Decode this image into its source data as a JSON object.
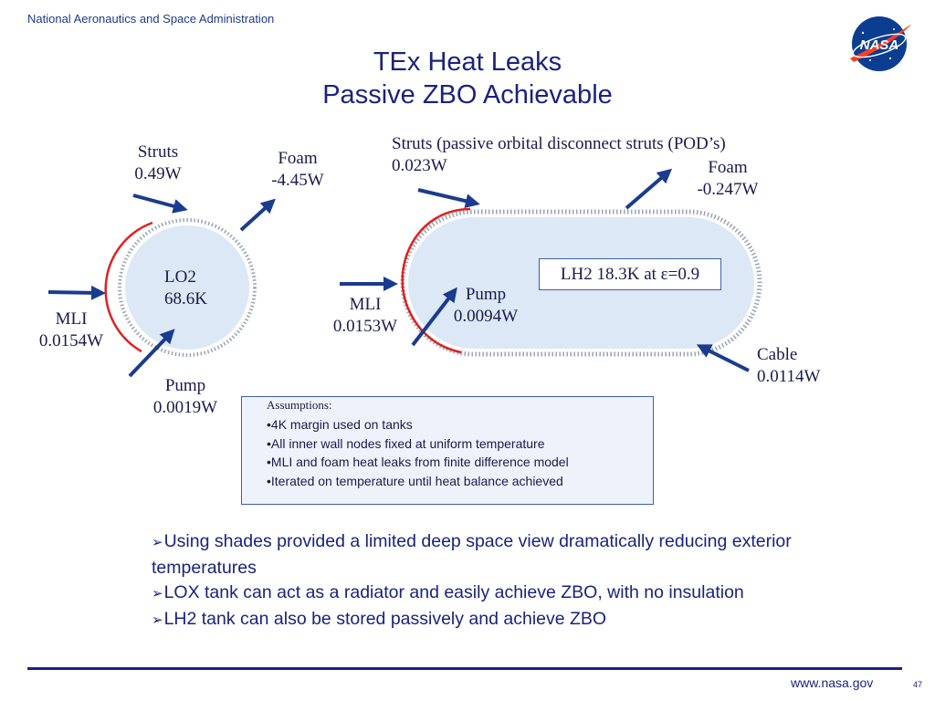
{
  "header": {
    "organization": "National Aeronautics and Space Administration",
    "logo_text": "NASA"
  },
  "title": {
    "line1": "TEx Heat Leaks",
    "line2": "Passive ZBO Achievable"
  },
  "lo2_tank": {
    "name": "LO2",
    "temperature": "68.6K",
    "struts": {
      "label": "Struts",
      "value": "0.49W"
    },
    "foam": {
      "label": "Foam",
      "value": "-4.45W"
    },
    "mli": {
      "label": "MLI",
      "value": "0.0154W"
    },
    "pump": {
      "label": "Pump",
      "value": "0.0019W"
    }
  },
  "lh2_tank": {
    "label_box": "LH2 18.3K at ε=0.9",
    "struts": {
      "label": "Struts (passive orbital disconnect struts (POD’s)",
      "value": "0.023W"
    },
    "foam": {
      "label": "Foam",
      "value": "-0.247W"
    },
    "mli": {
      "label": "MLI",
      "value": "0.0153W"
    },
    "pump": {
      "label": "Pump",
      "value": "0.0094W"
    },
    "cable": {
      "label": "Cable",
      "value": "0.0114W"
    }
  },
  "assumptions": {
    "title": "Assumptions:",
    "items": [
      "•4K margin used on tanks",
      "•All inner wall nodes fixed at uniform temperature",
      "•MLI and foam heat leaks from finite difference model",
      "•Iterated on temperature until heat balance achieved"
    ]
  },
  "bullets": {
    "marker": "➢",
    "items": [
      "Using shades provided a limited deep space view dramatically reducing exterior temperatures",
      "LOX tank can act as a radiator and easily achieve ZBO, with no insulation",
      "LH2 tank can also be stored passively and achieve ZBO"
    ]
  },
  "footer": {
    "url": "www.nasa.gov",
    "page": "47"
  },
  "colors": {
    "title": "#1a237e",
    "arrow": "#1a3c8e",
    "shield": "#e02020",
    "tank_fill": "#dce8f5"
  }
}
